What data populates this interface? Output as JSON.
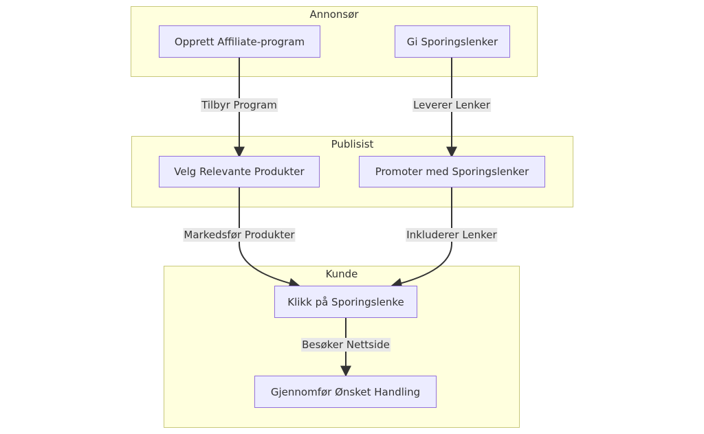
{
  "clusters": [
    {
      "id": "annonsor",
      "label": "Annonsør"
    },
    {
      "id": "publisist",
      "label": "Publisist"
    },
    {
      "id": "kunde",
      "label": "Kunde"
    }
  ],
  "nodes": [
    {
      "id": "opprett",
      "label": "Opprett Affiliate-program",
      "cluster": "annonsor"
    },
    {
      "id": "gi",
      "label": "Gi Sporingslenker",
      "cluster": "annonsor"
    },
    {
      "id": "velg",
      "label": "Velg Relevante Produkter",
      "cluster": "publisist"
    },
    {
      "id": "promoter",
      "label": "Promoter med Sporingslenker",
      "cluster": "publisist"
    },
    {
      "id": "klikk",
      "label": "Klikk på Sporingslenke",
      "cluster": "kunde"
    },
    {
      "id": "gjennomfor",
      "label": "Gjennomfør Ønsket Handling",
      "cluster": "kunde"
    }
  ],
  "edges": [
    {
      "from": "opprett",
      "to": "velg",
      "label": "Tilbyr Program"
    },
    {
      "from": "gi",
      "to": "promoter",
      "label": "Leverer Lenker"
    },
    {
      "from": "velg",
      "to": "klikk",
      "label": "Markedsfør Produkter"
    },
    {
      "from": "promoter",
      "to": "klikk",
      "label": "Inkluderer Lenker"
    },
    {
      "from": "klikk",
      "to": "gjennomfor",
      "label": "Besøker Nettside"
    }
  ],
  "colors": {
    "cluster_fill": "#ffffde",
    "cluster_border": "#c8c87a",
    "node_fill": "#ececff",
    "node_border": "#9370db",
    "edge": "#333333",
    "edge_label_bg": "#e8e8e8"
  }
}
